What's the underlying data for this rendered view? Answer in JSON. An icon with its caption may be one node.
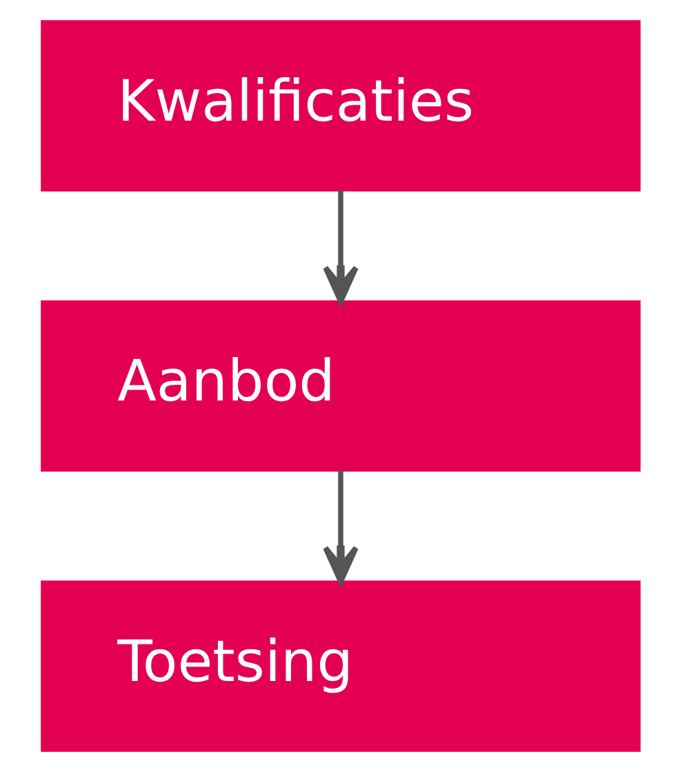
{
  "diagram": {
    "nodes": [
      {
        "text": [
          "Kwalificaties"
        ]
      },
      {
        "text": [
          "Aanbod"
        ]
      },
      {
        "text": [
          "Toetsing"
        ]
      }
    ],
    "edges": [
      {
        "from": 0,
        "to": 1,
        "arrow": "to"
      },
      {
        "from": 1,
        "to": 2,
        "arrow": "to"
      }
    ]
  }
}
